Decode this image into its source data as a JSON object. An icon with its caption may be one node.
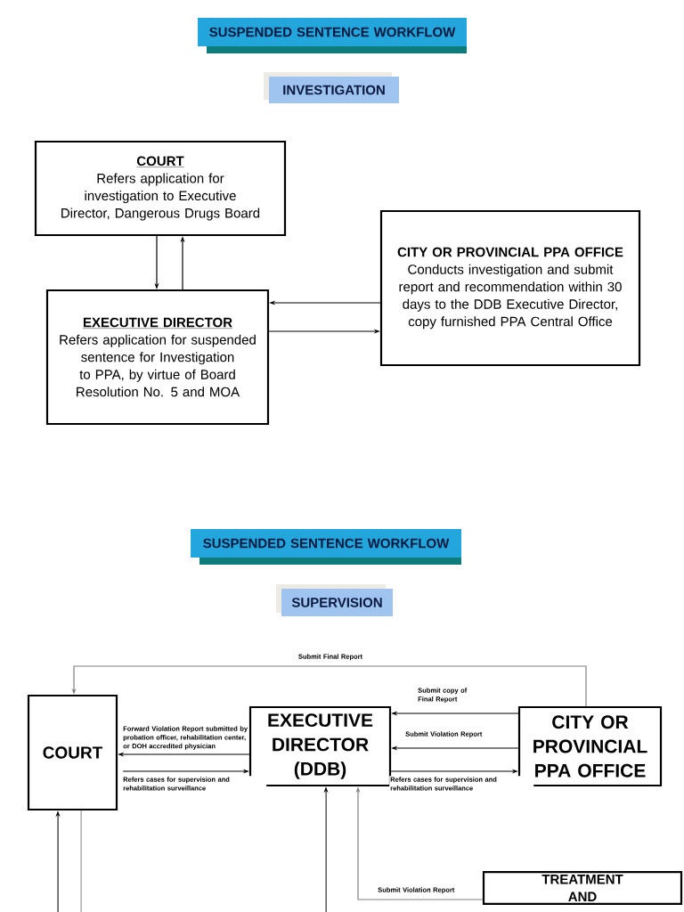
{
  "diagram": {
    "nodes": [
      {
        "text": [
          "SUSPENDED SENTENCE WORKFLOW"
        ]
      },
      {
        "text": [
          "INVESTIGATION"
        ]
      },
      {
        "text": [
          "COURT",
          "Refers application for investigation to Executive Director, Dangerous Drugs Board"
        ]
      },
      {
        "text": [
          "EXECUTIVE DIRECTOR",
          "Refers application for suspended sentence for Investigation to PPA, by virtue of Board Resolution No. 5 and MOA"
        ]
      },
      {
        "text": [
          "CITY OR PROVINCIAL PPA OFFICE",
          "Conducts investigation and submit report and recommendation within 30 days to the DDB Executive Director, copy furnished PPA Central Office"
        ]
      },
      {
        "text": [
          "SUSPENDED SENTENCE WORKFLOW"
        ]
      },
      {
        "text": [
          "SUPERVISION"
        ]
      },
      {
        "text": [
          "COURT"
        ]
      },
      {
        "text": [
          "EXECUTIVE DIRECTOR (DDB)"
        ]
      },
      {
        "text": [
          "CITY OR PROVINCIAL PPA OFFICE"
        ]
      },
      {
        "text": [
          "TREATMENT AND"
        ]
      }
    ],
    "edges": [
      {
        "from": 2,
        "to": 3,
        "arrow": "to"
      },
      {
        "from": 3,
        "to": 2,
        "arrow": "to"
      },
      {
        "from": 4,
        "to": 3,
        "arrow": "to"
      },
      {
        "from": 3,
        "to": 4,
        "arrow": "to"
      },
      {
        "from": 9,
        "to": 7,
        "arrow": "to",
        "label": "Submit Final Report",
        "color": "#808080"
      },
      {
        "from": 8,
        "to": 7,
        "arrow": "to",
        "label": "Forward Violation Report submitted by probation officer, rehabilitation center, or DOH accredited physician"
      },
      {
        "from": 7,
        "to": 8,
        "arrow": "to",
        "label": "Refers cases for supervision and rehabilitation surveillance"
      },
      {
        "from": 9,
        "to": 8,
        "arrow": "to",
        "label": "Submit copy of Final Report"
      },
      {
        "from": 9,
        "to": 8,
        "arrow": "to",
        "label": "Submit Violation Report"
      },
      {
        "from": 8,
        "to": 9,
        "arrow": "to",
        "label": "Refers cases for supervision and rehabilitation surveillance"
      },
      {
        "from": 10,
        "to": 8,
        "arrow": "to",
        "label": "Submit Violation Report",
        "color": "#808080"
      },
      {
        "from": null,
        "to": 7,
        "arrow": "to"
      },
      {
        "from": 7,
        "to": null,
        "arrow": "none",
        "color": "#808080"
      },
      {
        "from": null,
        "to": 8,
        "arrow": "to"
      }
    ]
  }
}
